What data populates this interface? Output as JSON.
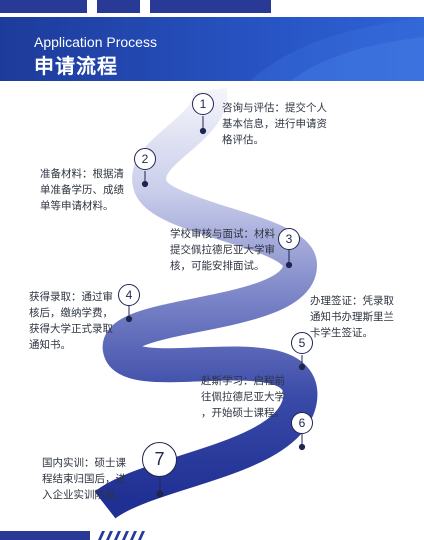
{
  "header": {
    "title_en": "Application Process",
    "title_cn": "申请流程"
  },
  "steps": [
    {
      "number": "1",
      "lines": [
        "咨询与评估：提交个人",
        "基本信息，进行申请资",
        "格评估。"
      ]
    },
    {
      "number": "2",
      "lines": [
        "准备材料：根据清",
        "单准备学历、成绩",
        "单等申请材料。"
      ]
    },
    {
      "number": "3",
      "lines": [
        "学校审核与面试：材料",
        "提交佩拉德尼亚大学审",
        "核，可能安排面试。"
      ]
    },
    {
      "number": "4",
      "lines": [
        "获得录取：通过审",
        "核后，缴纳学费，",
        "获得大学正式录取",
        "通知书。"
      ]
    },
    {
      "number": "5",
      "lines": [
        "办理签证：凭录取",
        "通知书办理斯里兰",
        "卡学生签证。"
      ]
    },
    {
      "number": "6",
      "lines": [
        "赴斯学习：启程前",
        "往佩拉德尼亚大学",
        "，开始硕士课程。"
      ]
    },
    {
      "number": "7",
      "lines": [
        "国内实训：硕士课",
        "程结束归国后，进",
        "入企业实训阶段。"
      ]
    }
  ],
  "colors": {
    "accent": "#283a96",
    "road_light": "#eceef8",
    "road_dark": "#1f2f93",
    "text": "#2e3440"
  }
}
